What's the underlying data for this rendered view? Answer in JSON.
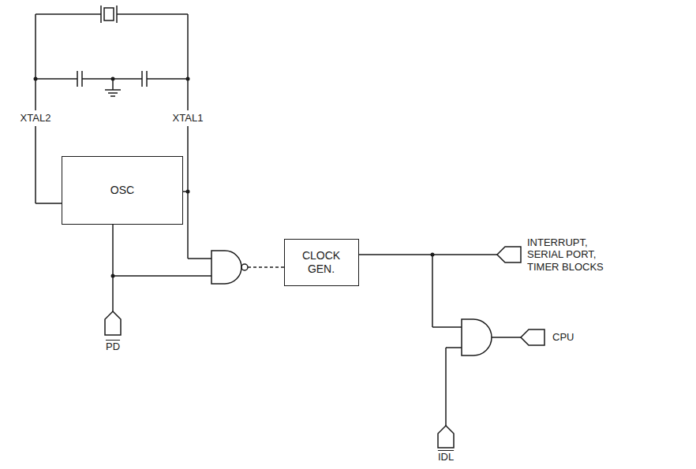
{
  "diagram": {
    "nodes": [
      {
        "text": [
          "OSC"
        ]
      },
      {
        "text": [
          "CLOCK GEN."
        ]
      }
    ],
    "labels": [
      "XTAL2",
      "XTAL1",
      "PD",
      "IDL",
      "INTERRUPT, SERIAL PORT, TIMER BLOCKS",
      "CPU"
    ]
  }
}
